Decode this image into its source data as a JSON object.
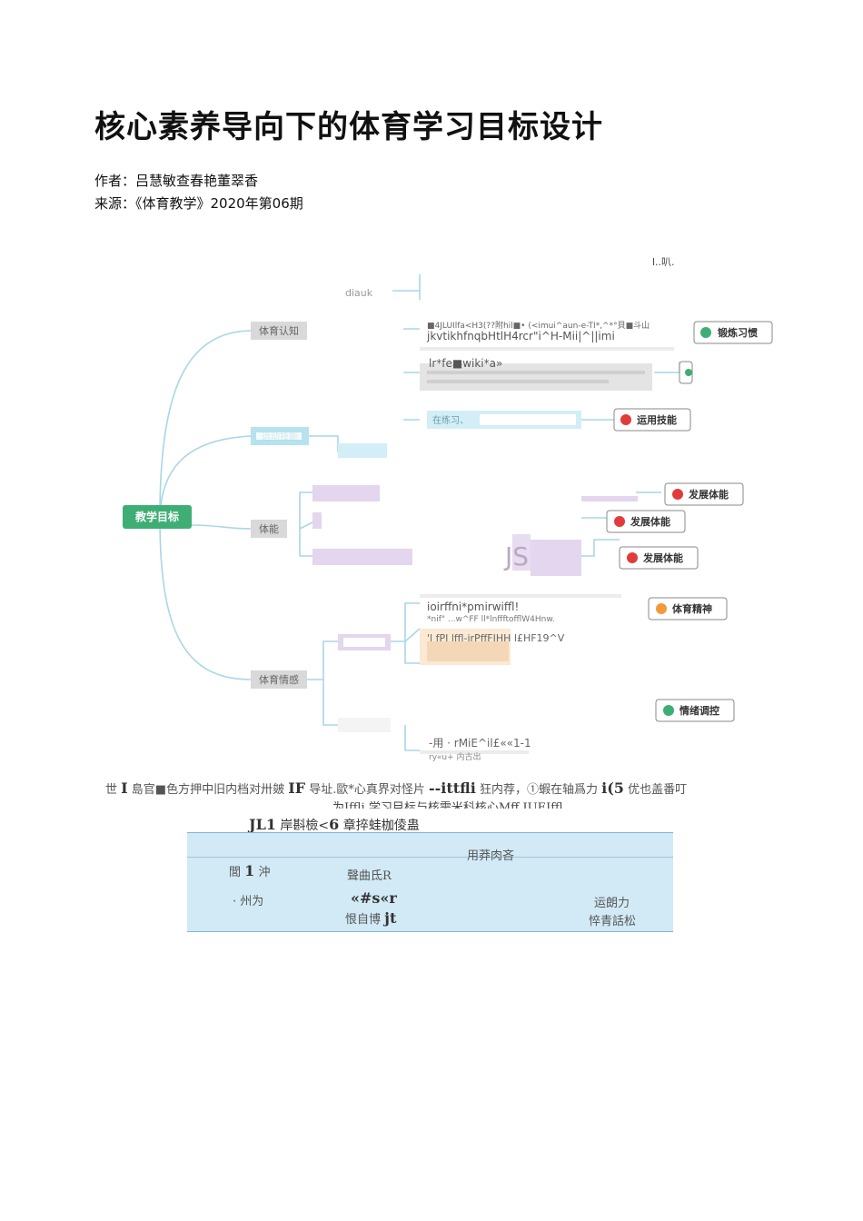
{
  "document": {
    "title": "核心素养导向下的体育学习目标设计",
    "author_line": "作者：吕慧敏查春艳董翠香",
    "source_line": "来源：《体育教学》2020年第06期"
  },
  "mindmap": {
    "root": "教学目标",
    "branches": [
      "体育认知",
      "运动技能",
      "体能",
      "体育情感"
    ],
    "outcomes": [
      "锻炼习惯",
      "运用技能",
      "发展体能",
      "发展体能",
      "发展体能",
      "体育精神",
      "情绪调控"
    ],
    "scraps": [
      "l..叭.",
      "diauk",
      "■4JLUIlfa<H3(??附hil■• (<imui^aun-e-TI*,^*°貝■斗山",
      "jkvtikhfnqbHtlH4rcr\"i^H-Mii|^||imi",
      "lr*fe■wiki*a»",
      "在练习、",
      "JS",
      "ioirffni*pmirwiffl!",
      "*nif\" ...w^FF ll*lnffftofflW4Hnw.",
      "'l fPI lffl-irPffFIHH l£HF19^V",
      "-用 · rMiE^il£««1-1",
      "ry«u+   内古出"
    ]
  },
  "caption": {
    "line1_a": "世",
    "line1_b": "I",
    "line1_c": "島官■色方押中旧内档对卅皴",
    "line1_d": "IF",
    "line1_e": "导址.歐*心真界对怪片",
    "line1_f": "--ittfli",
    "line1_g": "狂内荐，①蝦在轴爲力",
    "line1_h": "i(5",
    "line1_i": "优也盖番叮",
    "line2": "为Iffli 学习目标与核需米科核心Mff IUEIffl"
  },
  "table": {
    "title_a": "JL1",
    "title_b": "岸斟檢<",
    "title_c": "6",
    "title_d": "章捽蛙枷倰蛊",
    "header": "用莽肉吝",
    "r1c1_a": "閭",
    "r1c1_b": "1",
    "r1c1_c": "沖",
    "r1c2": "聲曲氐R",
    "r2c1": "· 州为",
    "r2c2_a": "«#s«r",
    "r2c2_b": "恨自博",
    "r2c2_c": "jt",
    "r2c3_a": "运朗力",
    "r2c3_b": "悴青話松",
    "colors": {
      "fill": "#d2eaf6",
      "rule": "#7fb6d1"
    }
  },
  "colors": {
    "root_node": "#3fae75",
    "branch_node": "#d9d9d9",
    "cyan": "#b7e3ef",
    "purple": "#d7c7e3",
    "badge_red": "#e23b3b",
    "badge_green": "#3fae75",
    "badge_orange": "#f29a3b"
  }
}
